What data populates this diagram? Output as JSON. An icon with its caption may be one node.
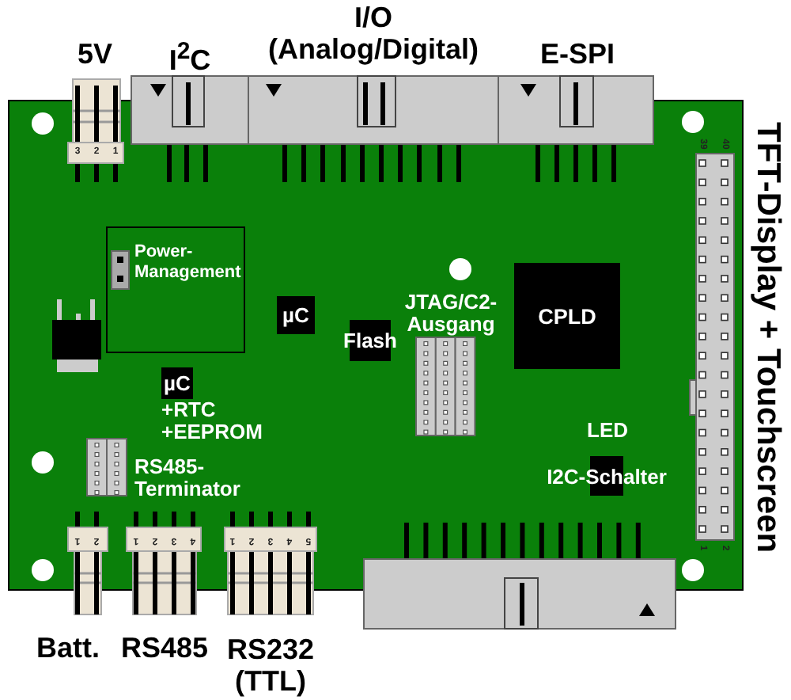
{
  "diagram": {
    "nodes": [
      {
        "text": [
          "Power-Management"
        ]
      },
      {
        "text": [
          "µC"
        ]
      },
      {
        "text": [
          "Flash"
        ]
      },
      {
        "text": [
          "CPLD"
        ]
      },
      {
        "text": [
          "µC"
        ],
        "beside": [
          "+RTC +EEPROM"
        ]
      },
      {
        "text": [
          "I2C-Schalter"
        ]
      }
    ],
    "labels": [
      "5V",
      "I$^{2}$C",
      "I/O (Analog/Digital)",
      "E-SPI",
      "3",
      "2",
      "1",
      "39",
      "40",
      "TFT-Display + Touchscreen",
      "JTAG/C2-Ausgang",
      "LED",
      "RS485-Terminator",
      "1",
      "2",
      "1",
      "2",
      "1",
      "2",
      "3",
      "4",
      "1",
      "2",
      "3",
      "4",
      "5",
      "Batt.",
      "RS485",
      "RS232 (TTL)"
    ]
  }
}
